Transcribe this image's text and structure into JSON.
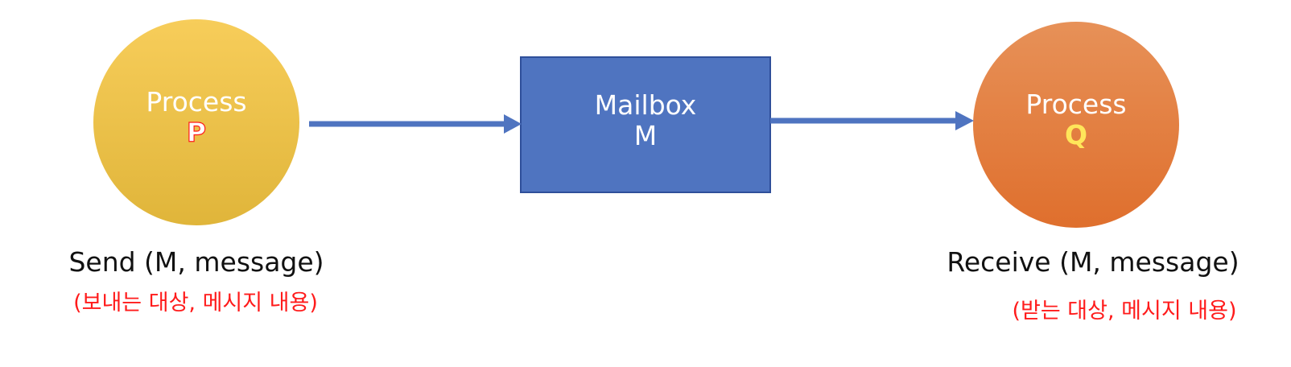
{
  "colors": {
    "process_p_top": "#f7cd5a",
    "process_p_bottom": "#e0b53a",
    "mailbox_fill": "#4f74c0",
    "mailbox_border": "#2f4f9a",
    "process_q_top": "#e79158",
    "process_q_bottom": "#df6f2d",
    "arrow": "#4f74c0",
    "red_text": "#ff1b1b",
    "q_letter": "#ffe65a"
  },
  "nodes": {
    "process_p": {
      "title": "Process",
      "letter": "P"
    },
    "mailbox": {
      "line1": "Mailbox",
      "line2": "M"
    },
    "process_q": {
      "title": "Process",
      "letter": "Q"
    }
  },
  "captions": {
    "send": "Send (M, message)",
    "send_note": "(보내는 대상, 메시지 내용)",
    "receive": "Receive (M, message)",
    "receive_note": "(받는 대상, 메시지 내용)"
  }
}
